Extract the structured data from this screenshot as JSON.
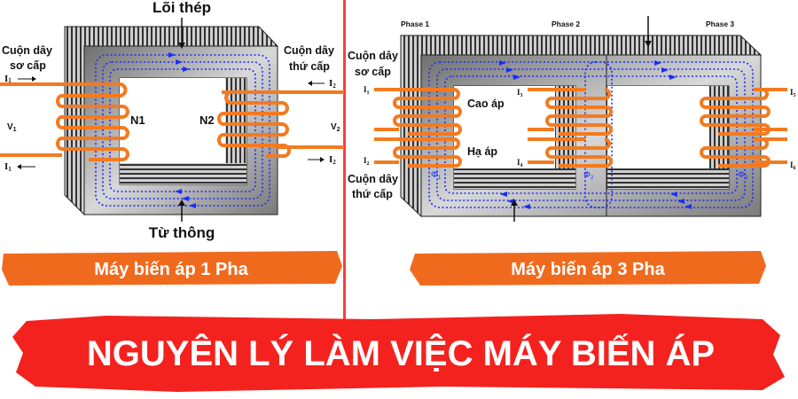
{
  "single_phase": {
    "core_label": "Lõi thép",
    "flux_label": "Từ thông",
    "primary_label_1": "Cuộn dây",
    "primary_label_2": "sơ cấp",
    "secondary_label_1": "Cuộn dây",
    "secondary_label_2": "thứ cấp",
    "n1": "N1",
    "n2": "N2",
    "i1": "I",
    "i1_sub": "1",
    "i2": "I",
    "i2_sub": "2",
    "v1": "V",
    "v1_sub": "1",
    "v2": "V",
    "v2_sub": "2",
    "banner": "Máy biến áp 1 Pha"
  },
  "three_phase": {
    "phase1": "Phase 1",
    "phase2": "Phase 2",
    "phase3": "Phase 3",
    "primary_label_1": "Cuộn dây",
    "primary_label_2": "sơ cấp",
    "secondary_label_1": "Cuộn dây",
    "secondary_label_2": "thứ cấp",
    "high_voltage": "Cao áp",
    "low_voltage": "Hạ áp",
    "currents": [
      "1",
      "2",
      "3",
      "4",
      "5",
      "6"
    ],
    "current_symbol": "I",
    "flux_symbol": "Φ",
    "flux_subs": [
      "1",
      "2",
      "3"
    ],
    "banner": "Máy biến áp 3 Pha"
  },
  "title": "NGUYÊN LÝ LÀM VIỆC MÁY BIẾN ÁP",
  "colors": {
    "divider": "#ff3b3b",
    "orange_banner": "#f06a1e",
    "red_banner": "#f4221e",
    "flux": "#1a2bff",
    "coil": "#f47a20"
  }
}
